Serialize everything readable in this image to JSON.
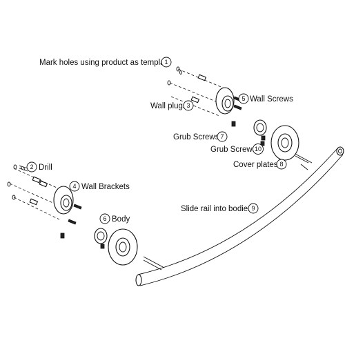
{
  "steps": [
    {
      "number": "1",
      "text": "Mark holes using product as template"
    },
    {
      "number": "2",
      "text": "Drill"
    },
    {
      "number": "3",
      "text": "Wall plugs"
    },
    {
      "number": "4",
      "text": "Wall Brackets"
    },
    {
      "number": "5",
      "text": "Wall Screws"
    },
    {
      "number": "6",
      "text": "Body"
    },
    {
      "number": "7",
      "text": "Grub Screws"
    },
    {
      "number": "8",
      "text": "Cover plates"
    },
    {
      "number": "9",
      "text": "Slide rail into bodies"
    },
    {
      "number": "10",
      "text": "Grub Screws"
    }
  ],
  "colors": {
    "line": "#111111",
    "background": "#ffffff"
  }
}
